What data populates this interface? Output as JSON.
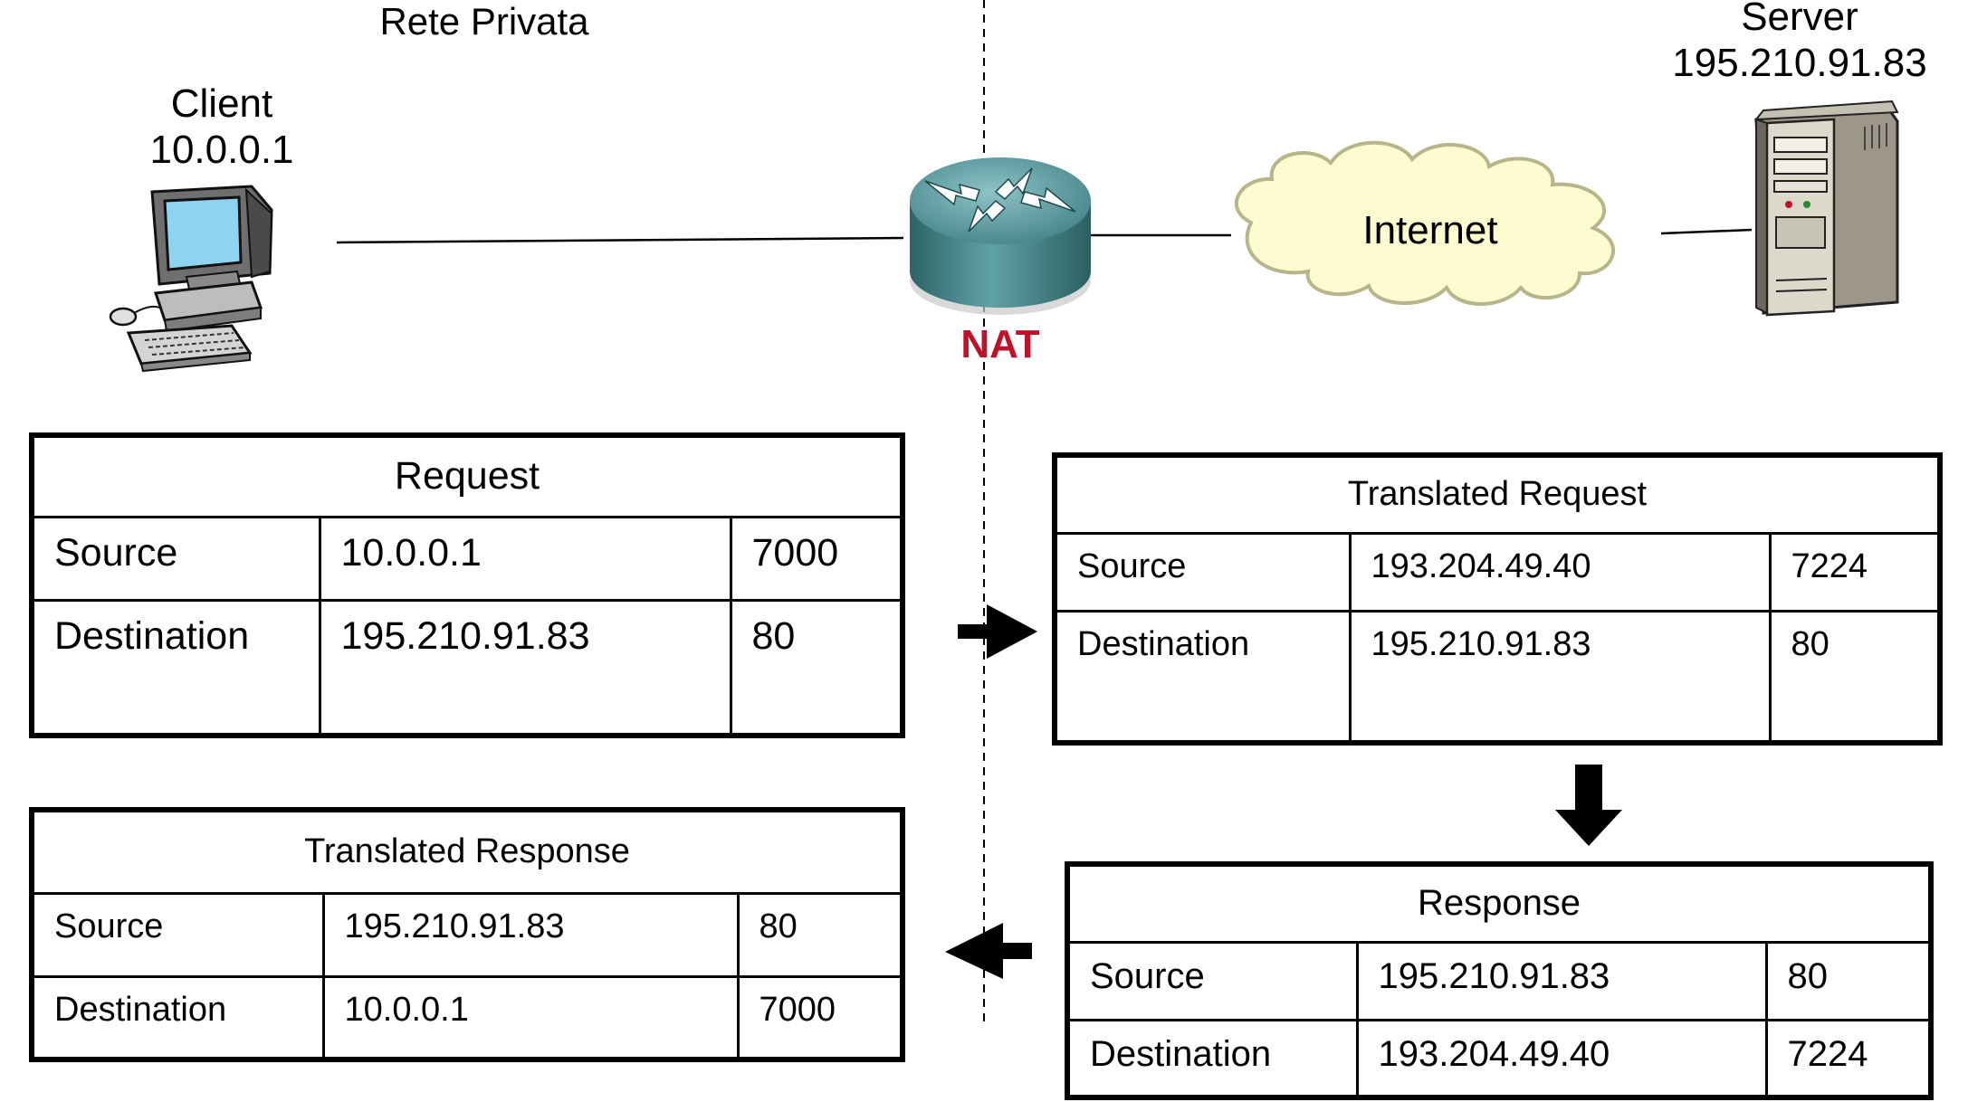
{
  "network": {
    "private_label": "Rete Privata",
    "client": {
      "name": "Client",
      "ip": "10.0.0.1"
    },
    "server": {
      "name": "Server",
      "ip": "195.210.91.83"
    },
    "router_label": "NAT",
    "cloud_label": "Internet"
  },
  "colors": {
    "nat_label": "#c0102a",
    "cloud_fill": "#fdfcd0",
    "router": "#3f7f84",
    "screen": "#8fd3f2"
  },
  "icons": [
    "computer-icon",
    "router-icon",
    "cloud-icon",
    "server-icon",
    "arrow-right-icon",
    "arrow-down-icon",
    "arrow-left-icon"
  ],
  "tables": {
    "request": {
      "title": "Request",
      "rows": [
        {
          "label": "Source",
          "ip": "10.0.0.1",
          "port": "7000"
        },
        {
          "label": "Destination",
          "ip": "195.210.91.83",
          "port": "80"
        }
      ]
    },
    "translated_request": {
      "title": "Translated Request",
      "rows": [
        {
          "label": "Source",
          "ip": "193.204.49.40",
          "port": "7224"
        },
        {
          "label": "Destination",
          "ip": "195.210.91.83",
          "port": "80"
        }
      ]
    },
    "response": {
      "title": "Response",
      "rows": [
        {
          "label": "Source",
          "ip": "195.210.91.83",
          "port": "80"
        },
        {
          "label": "Destination",
          "ip": "193.204.49.40",
          "port": "7224"
        }
      ]
    },
    "translated_response": {
      "title": "Translated Response",
      "rows": [
        {
          "label": "Source",
          "ip": "195.210.91.83",
          "port": "80"
        },
        {
          "label": "Destination",
          "ip": "10.0.0.1",
          "port": "7000"
        }
      ]
    }
  }
}
